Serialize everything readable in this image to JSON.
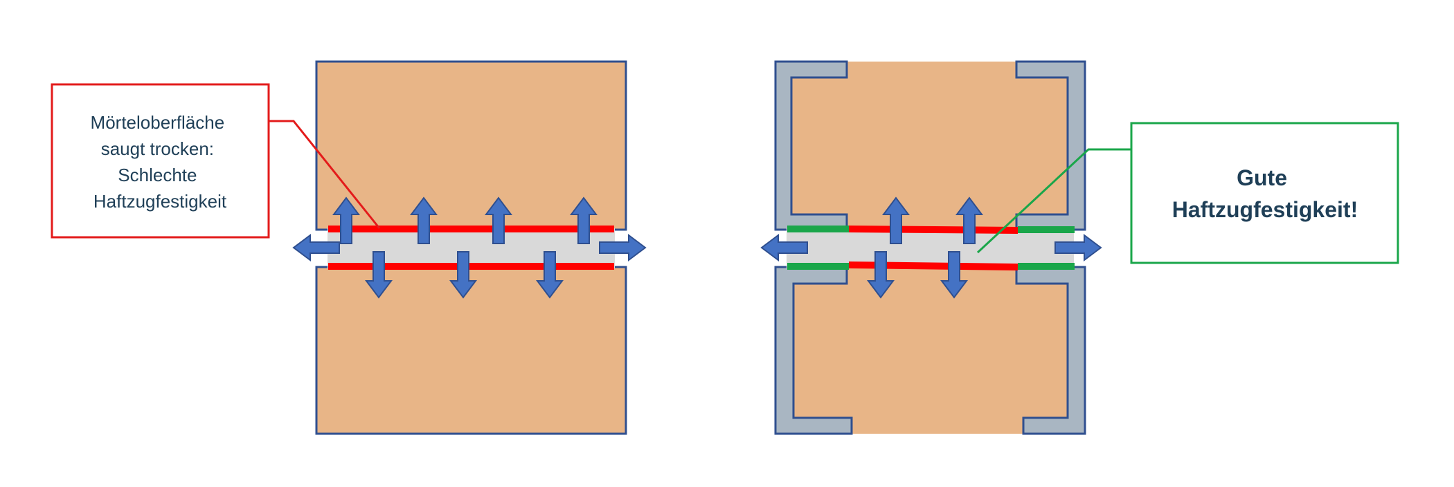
{
  "left_panel": {
    "callout": {
      "lines": [
        "Mörteloberfläche",
        "saugt trocken:",
        "Schlechte",
        "Haftzugfestigkeit"
      ],
      "color": "#e31b1b"
    }
  },
  "right_panel": {
    "callout": {
      "lines": [
        "Gute",
        "Haftzugfestigkeit!"
      ],
      "color": "#1aa64a"
    }
  },
  "colors": {
    "brick": "#e8b587",
    "brick_border": "#2f4f8f",
    "mortar": "#d9d9d9",
    "coating": "#a9b6c2",
    "bad_interface": "#ff0000",
    "good_interface": "#1aa64a",
    "arrow_fill": "#4472c4",
    "arrow_stroke": "#2f4f8f",
    "text": "#1f3f57"
  }
}
